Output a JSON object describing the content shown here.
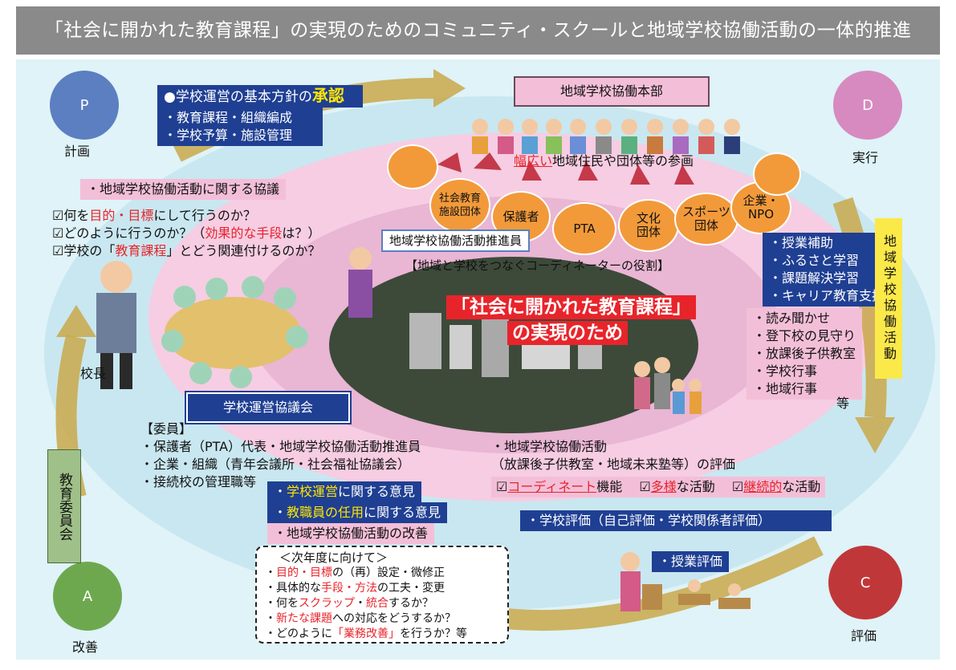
{
  "title": "「社会に開かれた教育課程」の実現のためのコミュニティ・スクールと地域学校協働活動の一体的推進",
  "cycle": {
    "p": {
      "letter": "P",
      "label": "計画",
      "color": "#5b7fc0"
    },
    "d": {
      "letter": "D",
      "label": "実行",
      "color": "#d78ac0"
    },
    "c": {
      "letter": "C",
      "label": "評価",
      "color": "#c0373a"
    },
    "a": {
      "letter": "A",
      "label": "改善",
      "color": "#6ea84e"
    }
  },
  "approval": {
    "line1_prefix": "●学校運営の基本方針の",
    "line1_strong": "承認",
    "line2": "・教育課程・組織編成",
    "line3": "・学校予算・施設管理"
  },
  "headquarters": "地域学校協働本部",
  "participation": {
    "strong": "幅広い",
    "rest": "地域住民や団体等の参画"
  },
  "groups": [
    {
      "label": "社会教育\n施設団体"
    },
    {
      "label": "保護者"
    },
    {
      "label": "PTA"
    },
    {
      "label": "文化\n団体"
    },
    {
      "label": "スポーツ\n団体"
    },
    {
      "label": "企業・\nNPO"
    }
  ],
  "deliberation": "・地域学校協働活動に関する協議",
  "questions": {
    "q1_pre": "☑何を",
    "q1_red": "目的・目標",
    "q1_post": "にして行うのか？",
    "q2_pre": "☑どのように行うのか？（",
    "q2_red": "効果的な手段",
    "q2_post": "は？）",
    "q3_pre": "☑学校の「",
    "q3_red": "教育課程",
    "q3_post": "」とどう関連付けるのか？"
  },
  "promoter": "地域学校協働活動推進員",
  "coordinator": "【地域と学校をつなぐコーディネーターの役割】",
  "center": {
    "line1": "「社会に開かれた教育課程」",
    "line2": "の実現のため"
  },
  "principal": "校長",
  "council": "学校運営協議会",
  "committee": {
    "heading": "【委員】",
    "items": [
      "・保護者（PTA）代表・地域学校協働活動推進員",
      "・企業・組織（青年会議所・社会福祉協議会）",
      "・接続校の管理職等"
    ]
  },
  "board": "教育委員会",
  "opinions": {
    "o1_yellow": "学校運営",
    "o1_rest": "に関する意見",
    "o2_yellow": "教職員の任用",
    "o2_rest": "に関する意見",
    "o3": "・地域学校協働活動の改善"
  },
  "activities_blue": [
    "・授業補助",
    "・ふるさと学習",
    "・課題解決学習",
    "・キャリア教育支援"
  ],
  "activities_pink": [
    "・読み聞かせ",
    "・登下校の見守り",
    "・放課後子供教室",
    "・学校行事",
    "・地域行事"
  ],
  "activities_etc": "等",
  "vertical_label": "地域学校協働活動",
  "evaluation": {
    "line1": "・地域学校協働活動",
    "line2": "（放課後子供教室・地域未来塾等）の評価",
    "c1_red": "コーディネート",
    "c1_post": "機能",
    "c2_red": "多様",
    "c2_post": "な活動",
    "c3_red": "継続的",
    "c3_post": "な活動"
  },
  "school_eval": "・学校評価（自己評価・学校関係者評価）",
  "class_eval": "・授業評価",
  "next_year": {
    "heading": "＜次年度に向けて＞",
    "l1_red": "目的・目標",
    "l1_post": "の（再）設定・微修正",
    "l2_pre": "・具体的な",
    "l2_red": "手段・方法",
    "l2_post": "の工夫・変更",
    "l3_pre": "・何を",
    "l3_red1": "スクラップ",
    "l3_mid": "・",
    "l3_red2": "統合",
    "l3_post": "するか？",
    "l4_red": "新たな課題",
    "l4_post": "への対応をどうするか？",
    "l5_pre": "・どのように",
    "l5_red": "「業務改善」",
    "l5_post": "を行うか？等"
  }
}
